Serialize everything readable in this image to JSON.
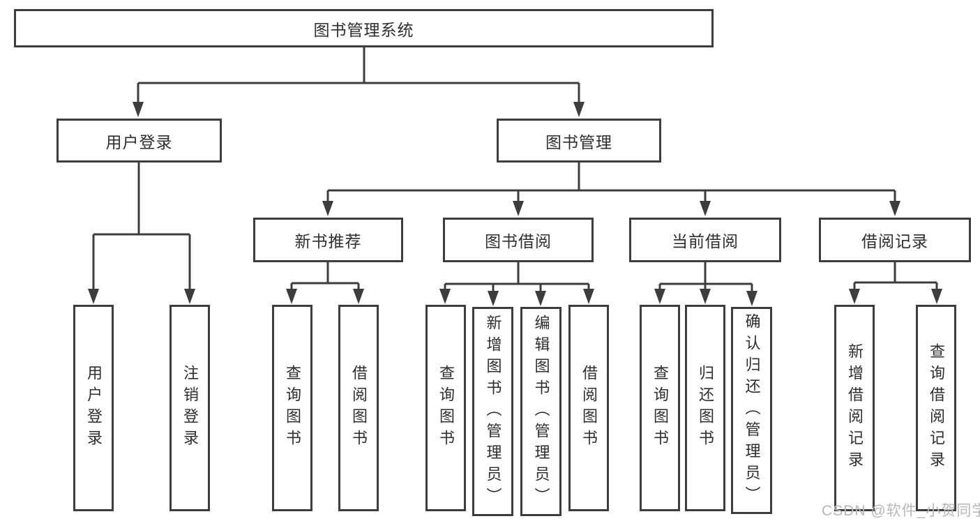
{
  "diagram_type": "hierarchy-tree",
  "colors": {
    "line": "#3d3d3d",
    "box_border": "#3d3d3d",
    "text": "#2e2e2e",
    "background": "#ffffff",
    "watermark": "#b7b7b7"
  },
  "tree": {
    "label": "图书管理系统",
    "children": [
      {
        "label": "用户登录",
        "children": [
          {
            "label": "用户登录"
          },
          {
            "label": "注销登录"
          }
        ]
      },
      {
        "label": "图书管理",
        "children": [
          {
            "label": "新书推荐",
            "children": [
              {
                "label": "查询图书"
              },
              {
                "label": "借阅图书"
              }
            ]
          },
          {
            "label": "图书借阅",
            "children": [
              {
                "label": "查询图书"
              },
              {
                "label": "新增图书（管理员）"
              },
              {
                "label": "编辑图书（管理员）"
              },
              {
                "label": "借阅图书"
              }
            ]
          },
          {
            "label": "当前借阅",
            "children": [
              {
                "label": "查询图书"
              },
              {
                "label": "归还图书"
              },
              {
                "label": "确认归还（管理员）"
              }
            ]
          },
          {
            "label": "借阅记录",
            "children": [
              {
                "label": "新增借阅记录"
              },
              {
                "label": "查询借阅记录"
              }
            ]
          }
        ]
      }
    ]
  },
  "watermark": {
    "text": "CSDN @软件_小贺同学"
  }
}
